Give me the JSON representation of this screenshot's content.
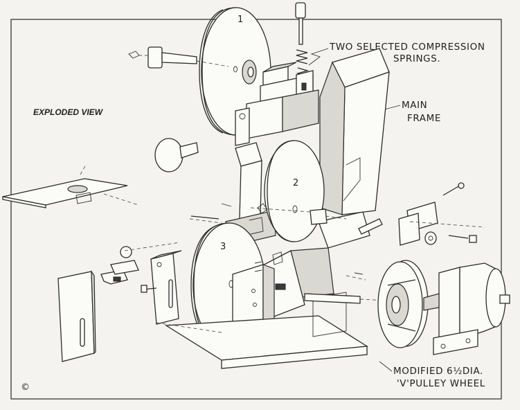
{
  "labels": {
    "exploded_view": "EXPLODED VIEW",
    "springs_line1": "TWO SELECTED COMPRESSION",
    "springs_line2": "SPRINGS.",
    "frame_line1": "MAIN",
    "frame_line2": "FRAME",
    "pulley_line1": "MODIFIED 6½DIA.",
    "pulley_line2": "'V'PULLEY WHEEL",
    "wheel_1": "1",
    "wheel_2": "2",
    "wheel_3": "3",
    "copyright": "©"
  }
}
